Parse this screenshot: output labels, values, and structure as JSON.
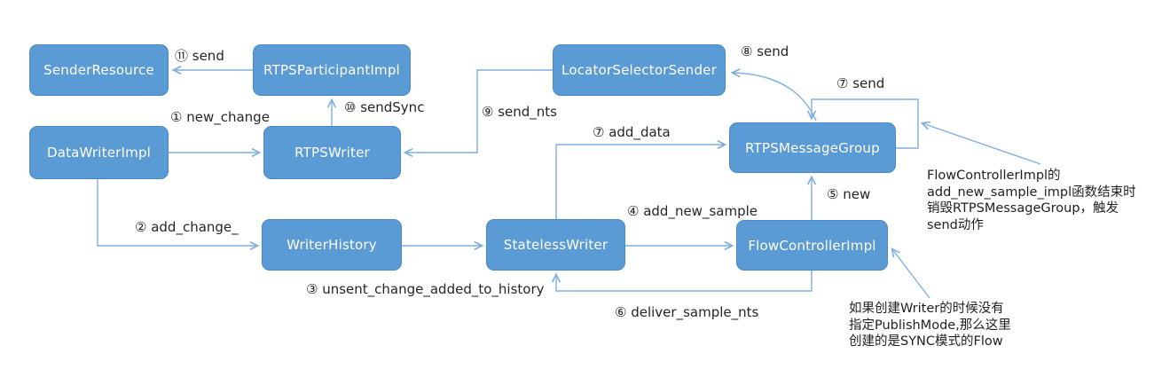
{
  "diagram": {
    "nodes": [
      {
        "id": "sender-resource",
        "label": "SenderResource"
      },
      {
        "id": "rtps-participant-impl",
        "label": "RTPSParticipantImpl"
      },
      {
        "id": "locator-selector-sender",
        "label": "LocatorSelectorSender"
      },
      {
        "id": "data-writer-impl",
        "label": "DataWriterImpl"
      },
      {
        "id": "rtps-writer",
        "label": "RTPSWriter"
      },
      {
        "id": "rtps-message-group",
        "label": "RTPSMessageGroup"
      },
      {
        "id": "writer-history",
        "label": "WriterHistory"
      },
      {
        "id": "stateless-writer",
        "label": "StatelessWriter"
      },
      {
        "id": "flow-controller-impl",
        "label": "FlowControllerImpl"
      }
    ],
    "edges": [
      {
        "id": "step11-send",
        "label": "⑪ send",
        "from": "rtps-participant-impl",
        "to": "sender-resource"
      },
      {
        "id": "step1-new-change",
        "label": "① new_change",
        "from": "data-writer-impl",
        "to": "rtps-writer"
      },
      {
        "id": "step10-send-sync",
        "label": "⑩ sendSync",
        "from": "rtps-writer",
        "to": "rtps-participant-impl"
      },
      {
        "id": "step9-send-nts",
        "label": "⑨ send_nts",
        "from": "locator-selector-sender",
        "to": "rtps-writer"
      },
      {
        "id": "step8-send",
        "label": "⑧ send",
        "from": "rtps-message-group",
        "to": "locator-selector-sender"
      },
      {
        "id": "step7-send-self-loop",
        "label": "⑦ send",
        "from": "rtps-message-group",
        "to": "rtps-message-group"
      },
      {
        "id": "step7-add-data",
        "label": "⑦ add_data",
        "from": "stateless-writer",
        "to": "rtps-message-group"
      },
      {
        "id": "step5-new",
        "label": "⑤ new",
        "from": "flow-controller-impl",
        "to": "rtps-message-group"
      },
      {
        "id": "step2-add-change",
        "label": "② add_change_",
        "from": "data-writer-impl",
        "to": "writer-history"
      },
      {
        "id": "step4-add-new-sample",
        "label": "④ add_new_sample",
        "from": "stateless-writer",
        "to": "flow-controller-impl"
      },
      {
        "id": "step3-unsent-change",
        "label": "③ unsent_change_added_to_history",
        "from": "writer-history",
        "to": "stateless-writer"
      },
      {
        "id": "step6-deliver-sample",
        "label": "⑥ deliver_sample_nts",
        "from": "flow-controller-impl",
        "to": "stateless-writer"
      }
    ],
    "annotations": [
      {
        "id": "messagegroup-destroy-note",
        "lines": [
          "FlowControllerImpl的",
          "add_new_sample_impl函数结束时",
          "销毁RTPSMessageGroup，触发",
          "send动作"
        ]
      },
      {
        "id": "sync-flow-note",
        "lines": [
          "如果创建Writer的时候没有",
          "指定PublishMode,那么这里",
          "创建的是SYNC模式的Flow"
        ]
      }
    ],
    "colors": {
      "node_fill": "#5B9BD5",
      "node_border": "#4A89C4",
      "node_text": "#FFFFFF",
      "connector": "#7FAFDF",
      "label_text": "#262626",
      "background": "#FFFFFF"
    }
  }
}
